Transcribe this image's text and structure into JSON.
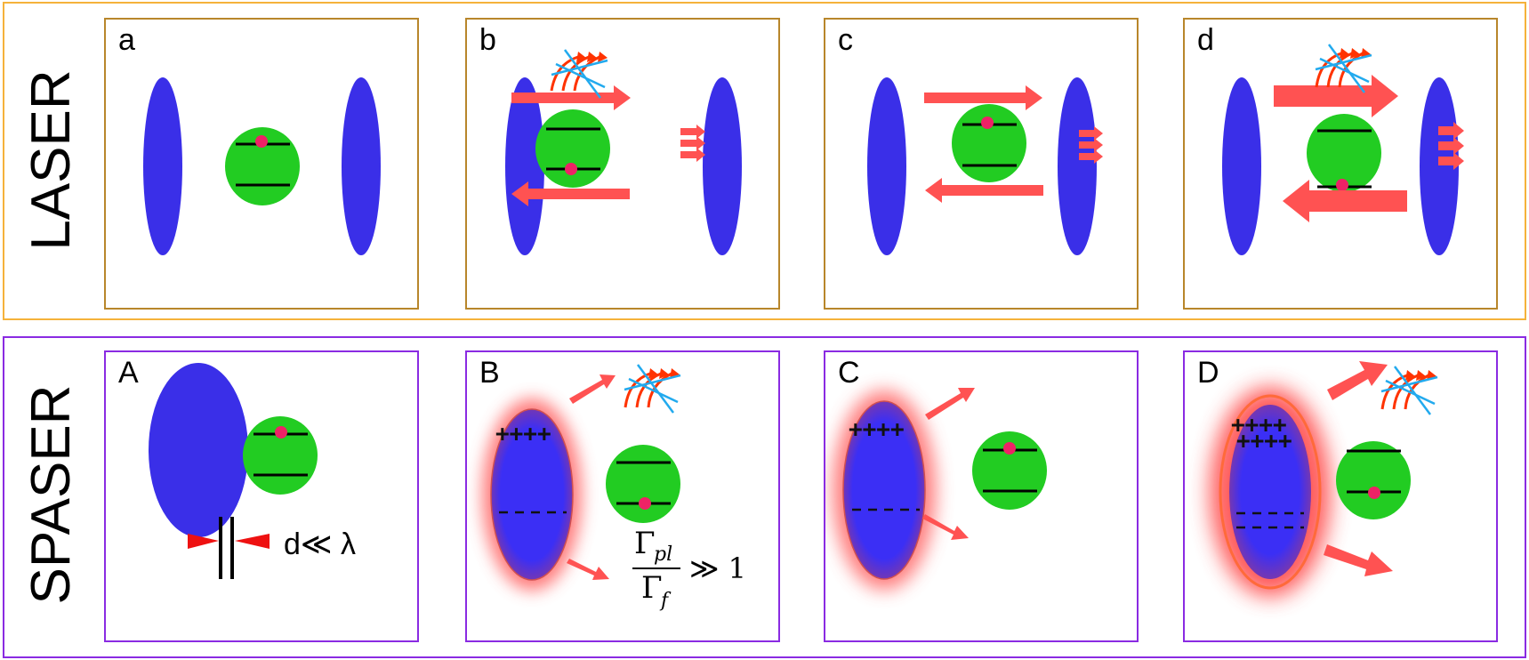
{
  "groups": {
    "laser": {
      "label": "LASER"
    },
    "spaser": {
      "label": "SPASER"
    }
  },
  "panels": {
    "a": {
      "letter": "a"
    },
    "b": {
      "letter": "b"
    },
    "c": {
      "letter": "c"
    },
    "d": {
      "letter": "d"
    },
    "A": {
      "letter": "A"
    },
    "B": {
      "letter": "B"
    },
    "C": {
      "letter": "C"
    },
    "D": {
      "letter": "D"
    }
  },
  "annotations": {
    "gap": "d≪ λ",
    "ratio_num_main": "Γ",
    "ratio_num_sub": "pl",
    "ratio_den_main": "Γ",
    "ratio_den_sub": "f",
    "ratio_rel": "≫ 1"
  },
  "charges": {
    "B_plus": "++++",
    "C_plus": "++++",
    "D_plus_1": "++++",
    "D_plus_2": "++++"
  },
  "colors": {
    "mirror": "#3a2fe8",
    "gain_medium": "#22cc22",
    "electron": "#ee2266",
    "photon_arrow": "#ff5252",
    "emission_wave": "#ff3300",
    "cross": "#22aaee",
    "laser_frame": "#f5b23b",
    "spaser_frame": "#8a2be2",
    "panel_laser_border": "#b8862b"
  }
}
